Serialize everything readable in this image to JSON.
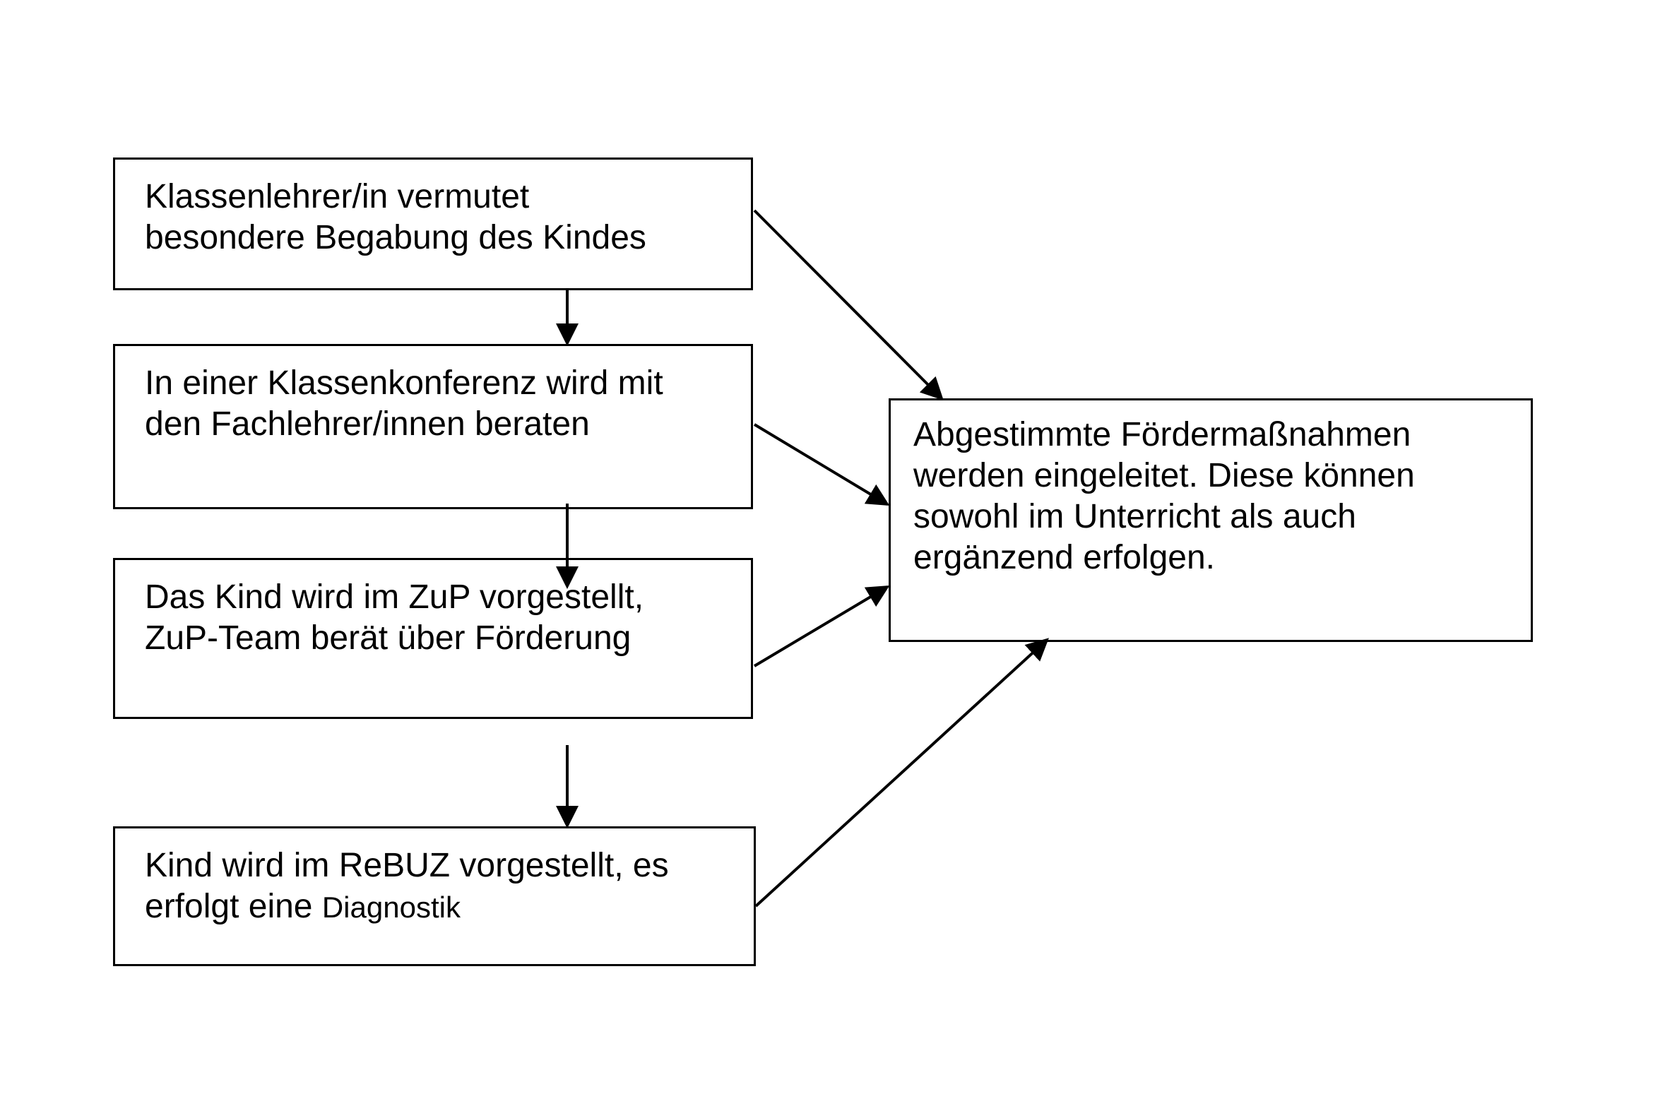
{
  "boxes": {
    "b1": {
      "line1": "Klassenlehrer/in vermutet",
      "line2": "besondere Begabung des Kindes"
    },
    "b2": {
      "line1": "In einer Klassenkonferenz wird mit",
      "line2": "den Fachlehrer/innen beraten"
    },
    "b3": {
      "line1": "Das Kind wird im ZuP vorgestellt,",
      "line2": "ZuP-Team berät über Förderung"
    },
    "b4": {
      "line1": "Kind wird im ReBUZ vorgestellt, es",
      "line2a": "erfolgt eine",
      "line2b": "Diagnostik"
    },
    "b5": {
      "line1": "Abgestimmte Fördermaßnahmen",
      "line2": "werden eingeleitet. Diese können",
      "line3": "sowohl im Unterricht als auch",
      "line4": "ergänzend erfolgen."
    }
  },
  "colors": {
    "stroke": "#000000",
    "background": "#ffffff"
  }
}
